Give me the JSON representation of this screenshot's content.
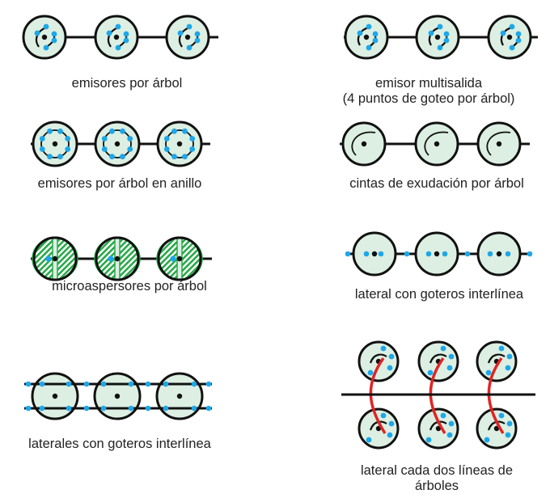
{
  "colors": {
    "tree_fill": "#dcefe2",
    "stroke": "#111111",
    "emitter": "#1ea7e8",
    "microsprinkler": "#2aa84a",
    "lateral_link": "#e02424"
  },
  "panels": [
    {
      "id": "emisores-arbol",
      "caption": [
        "emisores por árbol"
      ]
    },
    {
      "id": "emisor-multisalida",
      "caption": [
        "emisor multisalida",
        "(4 puntos de goteo por árbol)"
      ]
    },
    {
      "id": "anillo",
      "caption": [
        "emisores por árbol en anillo"
      ]
    },
    {
      "id": "cintas",
      "caption": [
        "cintas de exudación por árbol"
      ]
    },
    {
      "id": "microaspersores",
      "caption": [
        "microaspersores por árbol"
      ]
    },
    {
      "id": "lateral-interlinea",
      "caption": [
        "lateral con goteros interlínea"
      ]
    },
    {
      "id": "laterales-interlinea",
      "caption": [
        "laterales con goteros interlínea"
      ]
    },
    {
      "id": "lateral-dos-lineas",
      "caption": [
        "lateral cada dos líneas de",
        "árboles"
      ]
    }
  ]
}
